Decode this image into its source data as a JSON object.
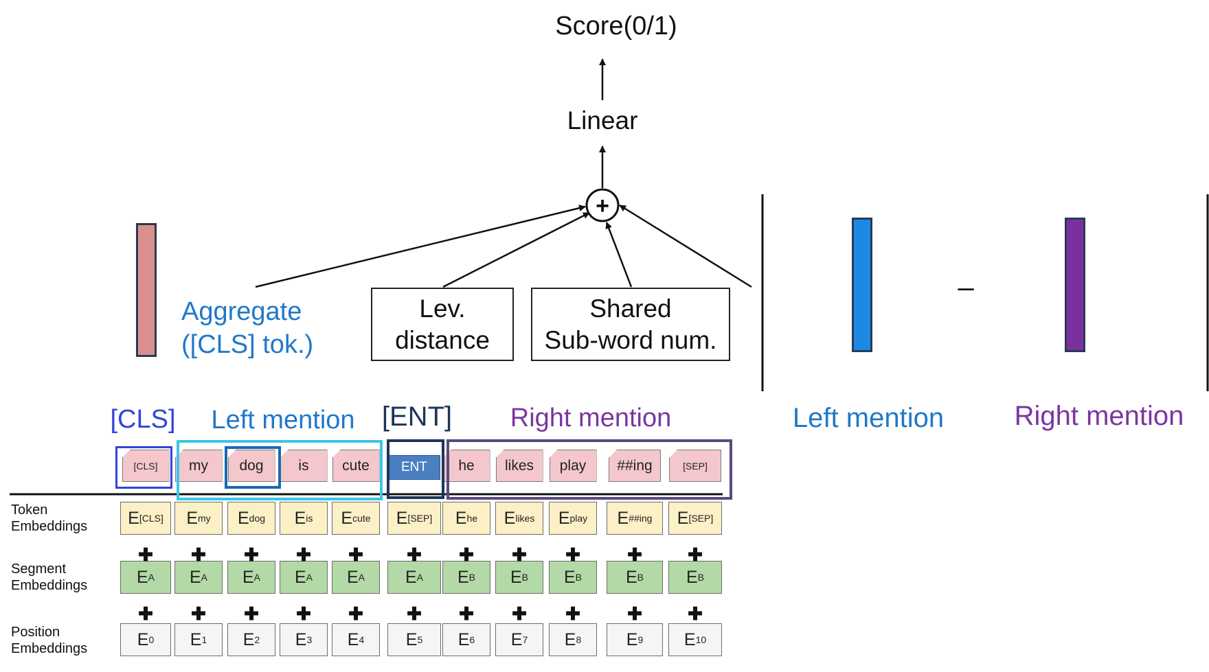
{
  "top": {
    "score_label": "Score(0/1)",
    "linear_label": "Linear",
    "aggregate_line1": "Aggregate",
    "aggregate_line2": "([CLS] tok.)",
    "lev_line1": "Lev.",
    "lev_line2": "distance",
    "shared_line1": "Shared",
    "shared_line2": "Sub-word num.",
    "minus_sign": "–",
    "left_mention_label": "Left mention",
    "right_mention_label": "Right mention"
  },
  "groups": {
    "cls": "[CLS]",
    "left_mention": "Left mention",
    "ent": "[ENT]",
    "right_mention": "Right mention"
  },
  "tokens": [
    "[CLS]",
    "my",
    "dog",
    "is",
    "cute",
    "ENT",
    "he",
    "likes",
    "play",
    "##ing",
    "[SEP]"
  ],
  "rows": {
    "token_label": [
      "Token",
      "Embeddings"
    ],
    "segment_label": [
      "Segment",
      "Embeddings"
    ],
    "position_label": [
      "Position",
      "Embeddings"
    ]
  },
  "token_embeddings": [
    {
      "base": "E",
      "sub": "[CLS]"
    },
    {
      "base": "E",
      "sub": "my"
    },
    {
      "base": "E",
      "sub": "dog"
    },
    {
      "base": "E",
      "sub": "is"
    },
    {
      "base": "E",
      "sub": "cute"
    },
    {
      "base": "E",
      "sub": "[SEP]"
    },
    {
      "base": "E",
      "sub": "he"
    },
    {
      "base": "E",
      "sub": "likes"
    },
    {
      "base": "E",
      "sub": "play"
    },
    {
      "base": "E",
      "sub": "##ing"
    },
    {
      "base": "E",
      "sub": "[SEP]"
    }
  ],
  "segment_embeddings": [
    {
      "base": "E",
      "sub": "A"
    },
    {
      "base": "E",
      "sub": "A"
    },
    {
      "base": "E",
      "sub": "A"
    },
    {
      "base": "E",
      "sub": "A"
    },
    {
      "base": "E",
      "sub": "A"
    },
    {
      "base": "E",
      "sub": "A"
    },
    {
      "base": "E",
      "sub": "B"
    },
    {
      "base": "E",
      "sub": "B"
    },
    {
      "base": "E",
      "sub": "B"
    },
    {
      "base": "E",
      "sub": "B"
    },
    {
      "base": "E",
      "sub": "B"
    }
  ],
  "position_embeddings": [
    {
      "base": "E",
      "sub": "0"
    },
    {
      "base": "E",
      "sub": "1"
    },
    {
      "base": "E",
      "sub": "2"
    },
    {
      "base": "E",
      "sub": "3"
    },
    {
      "base": "E",
      "sub": "4"
    },
    {
      "base": "E",
      "sub": "5"
    },
    {
      "base": "E",
      "sub": "6"
    },
    {
      "base": "E",
      "sub": "7"
    },
    {
      "base": "E",
      "sub": "8"
    },
    {
      "base": "E",
      "sub": "9"
    },
    {
      "base": "E",
      "sub": "10"
    }
  ],
  "plus_symbol": "✚",
  "colors": {
    "cls_group": "#2f45d8",
    "left_group": "#3bc6ea",
    "dog_highlight": "#1a6ab0",
    "ent_group": "#1d3557",
    "right_group": "#5a4a7e",
    "aggregate_text": "#1f78c8",
    "left_text": "#1f78c8",
    "right_text": "#7b35a0",
    "ent_text": "#1d3557",
    "cls_vector": "#d9918e",
    "left_vector": "#1e88e5",
    "right_vector": "#7b30a0"
  }
}
